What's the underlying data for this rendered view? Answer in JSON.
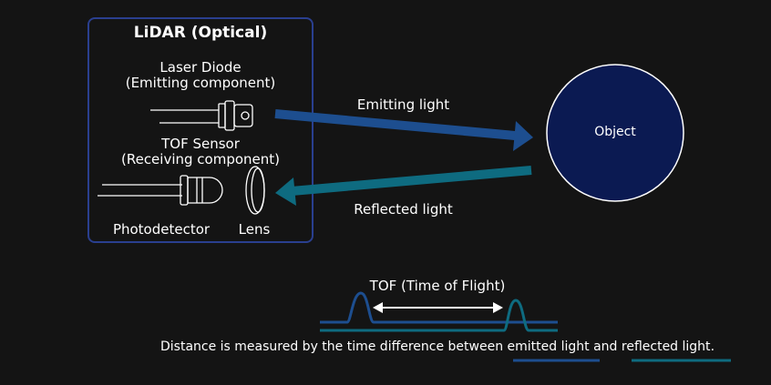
{
  "lidar": {
    "title": "LiDAR (Optical)",
    "laser_label": "Laser Diode",
    "laser_sub": "(Emitting component)",
    "tof_sensor_label": "TOF Sensor",
    "tof_sensor_sub": "(Receiving component)",
    "photodetector_label": "Photodetector",
    "lens_label": "Lens"
  },
  "arrows": {
    "emitting_label": "Emitting light",
    "reflected_label": "Reflected light"
  },
  "object": {
    "label": "Object"
  },
  "timing": {
    "tof_label": "TOF (Time of Flight)",
    "caption_prefix": "Distance is measured by the time difference between ",
    "caption_emitted": "emitted light",
    "caption_and": " and ",
    "caption_reflected": "reflected light",
    "caption_end": "."
  },
  "colors": {
    "emitted": "#1d4e8f",
    "reflected": "#0e6b80",
    "box_border": "#2a3f8f",
    "object_fill": "#0b1a52"
  }
}
